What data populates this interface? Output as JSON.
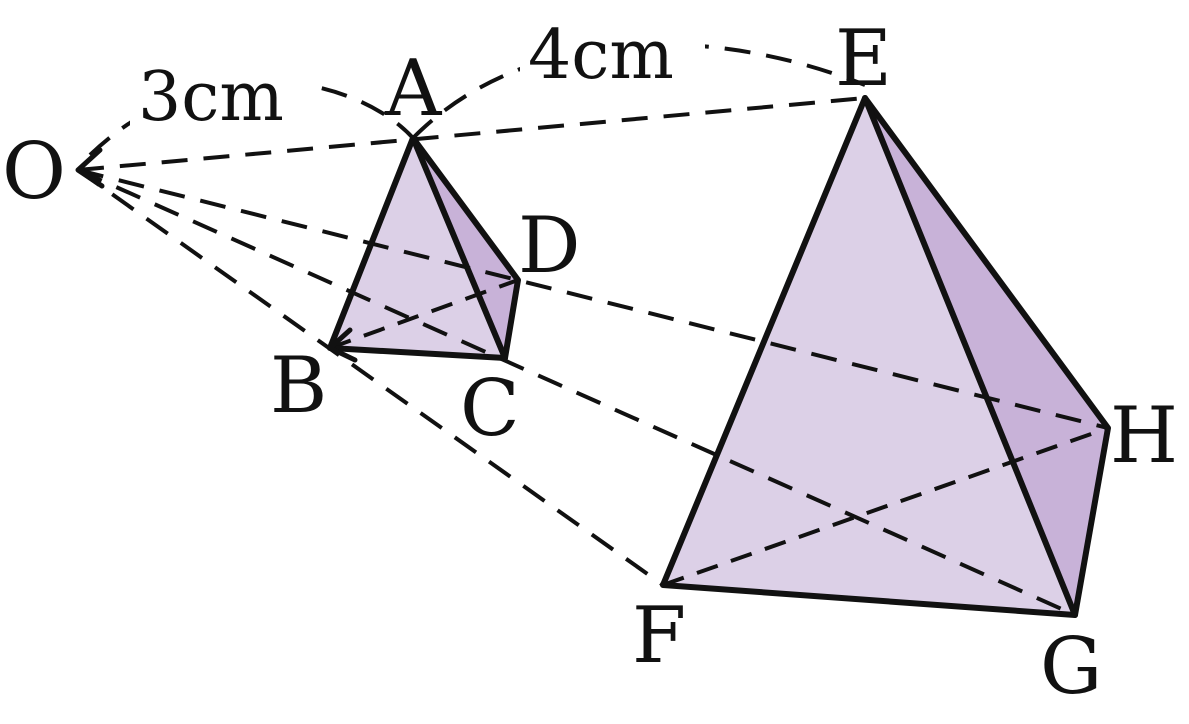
{
  "labels": {
    "O": "O",
    "A": "A",
    "B": "B",
    "C": "C",
    "D": "D",
    "E": "E",
    "F": "F",
    "G": "G",
    "H": "H"
  },
  "distances": {
    "OA": "3cm",
    "AE": "4cm"
  },
  "colors": {
    "face_light": "#dcd0e7",
    "face_dark": "#c8b2d8",
    "stroke": "#111111"
  }
}
